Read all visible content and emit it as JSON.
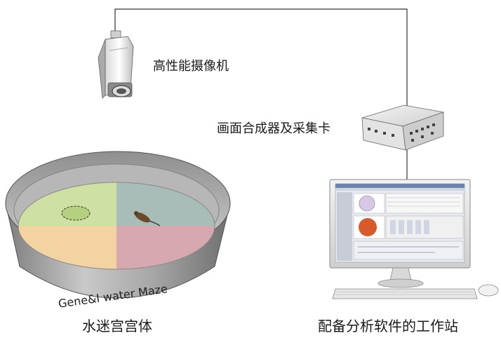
{
  "labels": {
    "camera": "高性能摄像机",
    "capture_card": "画面合成器及采集卡",
    "maze": "水迷宫宫体",
    "workstation": "配备分析软件的工作站",
    "maze_rim_text": "Gene&I water Maze"
  },
  "colors": {
    "quadrant_top_left": "#cfe0a3",
    "quadrant_top_right": "#a8bdb8",
    "quadrant_bottom_left": "#f3d3a2",
    "quadrant_bottom_right": "#d8a8b0",
    "maze_metal": "#9a9a9a",
    "cable": "#333333",
    "screen_window": "#e8ecf2",
    "tracking_disc": "#d85a2a"
  },
  "icons": [
    "camera-icon",
    "capture-card-icon",
    "water-maze-icon",
    "workstation-icon",
    "rat-icon",
    "platform-icon"
  ]
}
